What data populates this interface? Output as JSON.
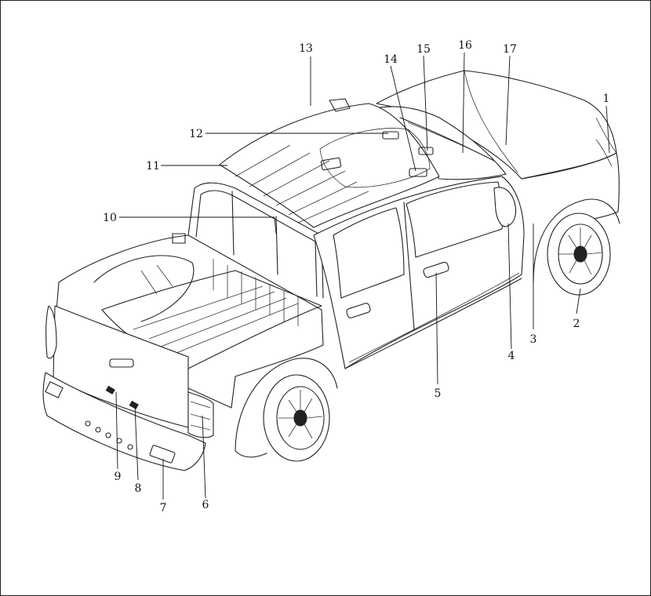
{
  "diagram": {
    "callouts": [
      {
        "id": "callout-1",
        "label": "1"
      },
      {
        "id": "callout-2",
        "label": "2"
      },
      {
        "id": "callout-3",
        "label": "3"
      },
      {
        "id": "callout-4",
        "label": "4"
      },
      {
        "id": "callout-5",
        "label": "5"
      },
      {
        "id": "callout-6",
        "label": "6"
      },
      {
        "id": "callout-7",
        "label": "7"
      },
      {
        "id": "callout-8",
        "label": "8"
      },
      {
        "id": "callout-9",
        "label": "9"
      },
      {
        "id": "callout-10",
        "label": "10"
      },
      {
        "id": "callout-11",
        "label": "11"
      },
      {
        "id": "callout-12",
        "label": "12"
      },
      {
        "id": "callout-13",
        "label": "13"
      },
      {
        "id": "callout-14",
        "label": "14"
      },
      {
        "id": "callout-15",
        "label": "15"
      },
      {
        "id": "callout-16",
        "label": "16"
      },
      {
        "id": "callout-17",
        "label": "17"
      }
    ]
  }
}
